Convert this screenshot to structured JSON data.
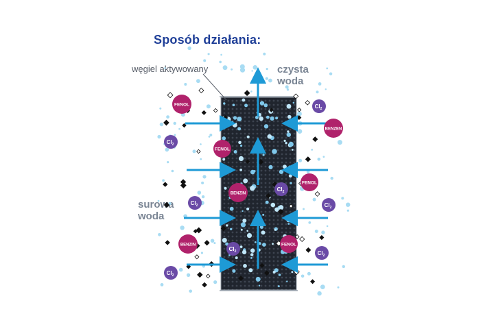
{
  "title": "Sposób działania:",
  "labels": {
    "activated_carbon": "węgiel aktywowany",
    "clean_water": [
      "czysta",
      "woda"
    ],
    "raw_water": [
      "surowa",
      "woda"
    ]
  },
  "molecules": {
    "phenol": "FENOL",
    "benzene": "BENZEN",
    "benzine": "BENZIN",
    "chlorine": "Cl"
  },
  "colors": {
    "title": "#1f3f98",
    "arrow": "#1e9ad6",
    "carbon": "#252a33",
    "bubble": "#a8dcf3",
    "phenol_benzene": "#b0226b",
    "chlorine": "#6a4aa6"
  }
}
